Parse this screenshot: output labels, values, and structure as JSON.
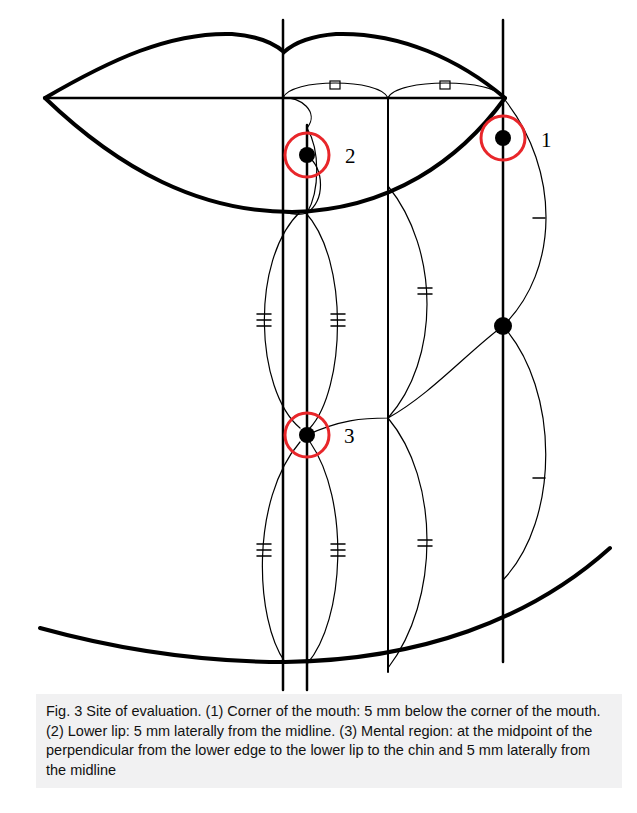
{
  "diagram": {
    "caption": "Fig. 3 Site of evaluation. (1) Corner of the mouth: 5 mm below the corner of the mouth. (2) Lower lip: 5 mm laterally from the midline. (3) Mental region: at the midpoint of the perpendicular from the lower edge to the lower lip to the chin and 5 mm laterally from the midline",
    "labels": [
      "1",
      "2",
      "3"
    ]
  }
}
